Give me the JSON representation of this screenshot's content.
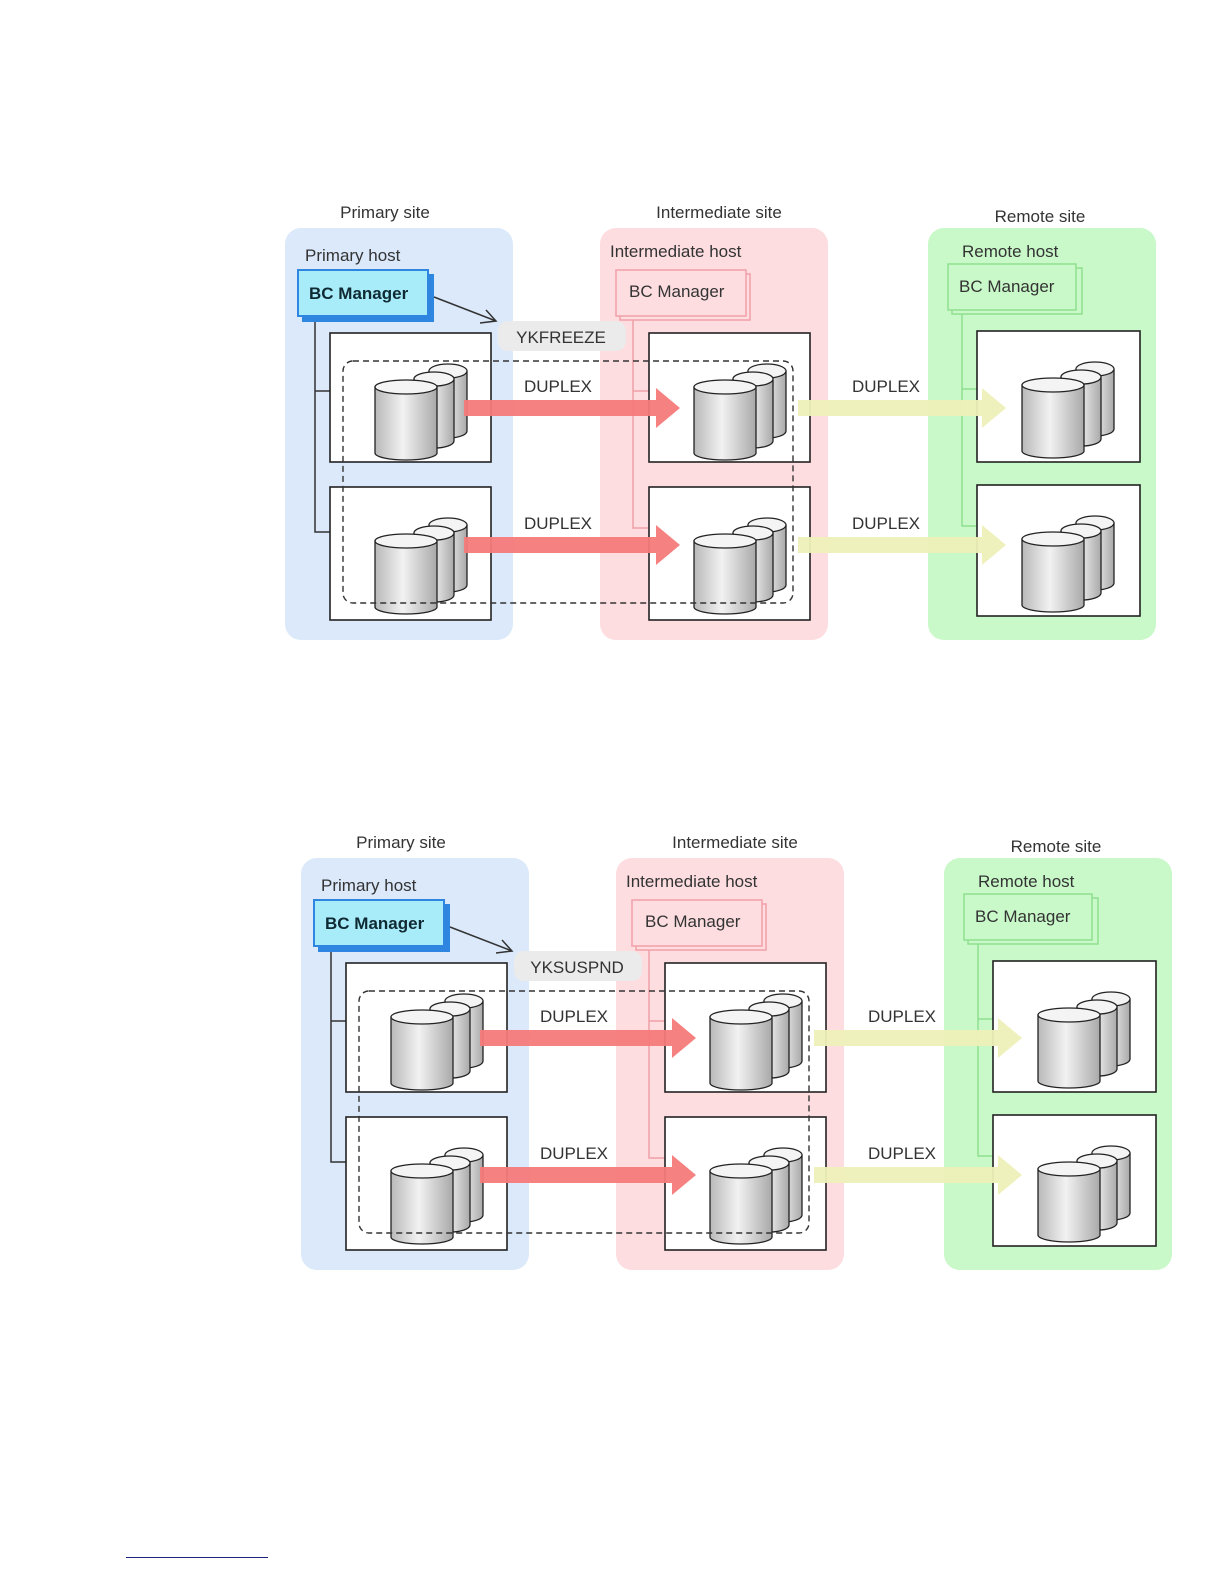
{
  "colors": {
    "primary_site_fill": "#dbe9fb",
    "intermediate_site_fill": "#fddde0",
    "remote_site_fill": "#c9f8c9",
    "primary_bc_fill": "#a8ecfa",
    "primary_bc_border": "#2f86e0",
    "intermediate_bc_border": "#f2a0a8",
    "remote_bc_border": "#8fdf8f",
    "sync_arrow": "#f67a7a",
    "async_arrow": "#eef0b8",
    "command_bubble": "#ebebeb",
    "text": "#333333"
  },
  "diagrams": [
    {
      "id": "ykfreeze",
      "sites": {
        "primary": {
          "site_label": "Primary site",
          "host_label": "Primary host",
          "manager_label": "BC Manager"
        },
        "intermediate": {
          "site_label": "Intermediate site",
          "host_label": "Intermediate host",
          "manager_label": "BC Manager"
        },
        "remote": {
          "site_label": "Remote site",
          "host_label": "Remote host",
          "manager_label": "BC Manager"
        }
      },
      "command": "YKFREEZE",
      "pairs": [
        {
          "sync_status": "DUPLEX",
          "async_status": "DUPLEX"
        },
        {
          "sync_status": "DUPLEX",
          "async_status": "DUPLEX"
        }
      ]
    },
    {
      "id": "yksuspnd",
      "sites": {
        "primary": {
          "site_label": "Primary site",
          "host_label": "Primary host",
          "manager_label": "BC Manager"
        },
        "intermediate": {
          "site_label": "Intermediate site",
          "host_label": "Intermediate host",
          "manager_label": "BC Manager"
        },
        "remote": {
          "site_label": "Remote site",
          "host_label": "Remote host",
          "manager_label": "BC Manager"
        }
      },
      "command": "YKSUSPND",
      "pairs": [
        {
          "sync_status": "DUPLEX",
          "async_status": "DUPLEX"
        },
        {
          "sync_status": "DUPLEX",
          "async_status": "DUPLEX"
        }
      ]
    }
  ]
}
